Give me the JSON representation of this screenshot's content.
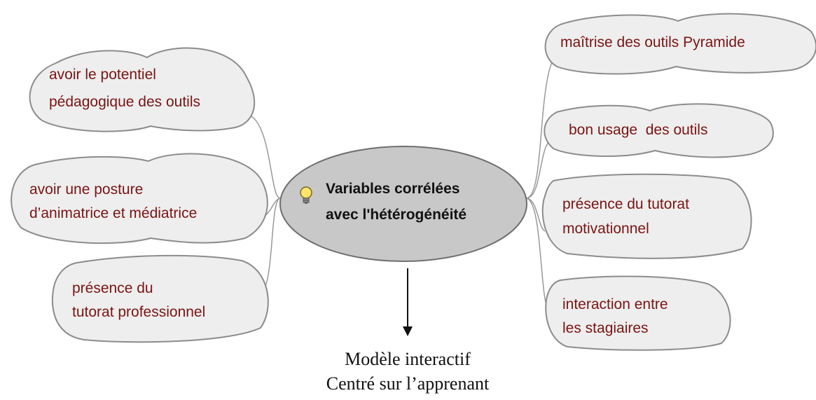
{
  "center": {
    "line1": "Variables corrélées",
    "line2": "avec l'hétérogénéité",
    "icon": "lightbulb-icon"
  },
  "left_nodes": [
    {
      "line1": "avoir le potentiel",
      "line2": "pédagogique des outils"
    },
    {
      "line1": "avoir une posture",
      "line2": "d’animatrice et médiatrice"
    },
    {
      "line1": "présence du",
      "line2": "tutorat professionnel"
    }
  ],
  "right_nodes": [
    {
      "line1": "maîtrise des outils Pyramide"
    },
    {
      "line1": "bon usage  des outils"
    },
    {
      "line1": "présence du tutorat",
      "line2": "motivationnel"
    },
    {
      "line1": "interaction entre",
      "line2": "les stagiaires"
    }
  ],
  "result": {
    "line1": "Modèle interactif",
    "line2": "Centré sur l’apprenant"
  },
  "colors": {
    "node_fill": "#eeeeee",
    "node_stroke": "#8c8c8c",
    "node_text": "#7a1414",
    "center_fill": "#c8c8c8",
    "connector": "#999999"
  }
}
